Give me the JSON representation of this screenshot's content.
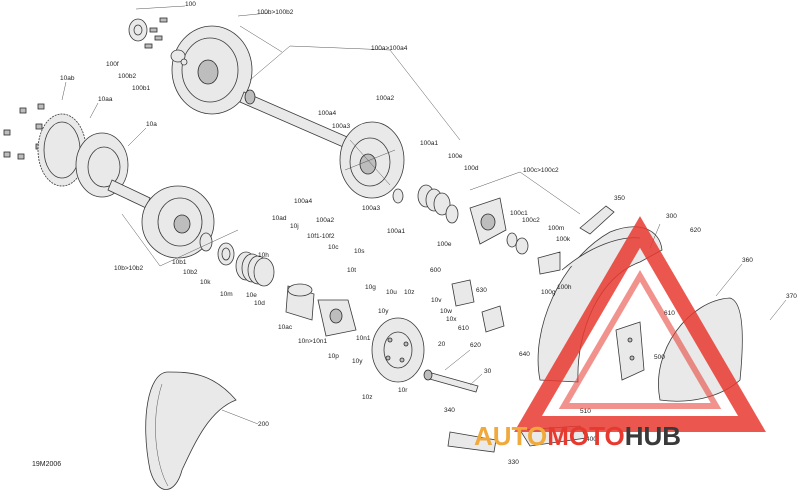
{
  "diagram": {
    "code": "19M2006",
    "callouts": [
      {
        "id": "c-100",
        "text": "100"
      },
      {
        "id": "c-100b-100b2",
        "text": "100b>100b2"
      },
      {
        "id": "c-100f",
        "text": "100f"
      },
      {
        "id": "c-100b2",
        "text": "100b2"
      },
      {
        "id": "c-100b1",
        "text": "100b1"
      },
      {
        "id": "c-100a-100a4",
        "text": "100a>100a4"
      },
      {
        "id": "c-10ab",
        "text": "10ab"
      },
      {
        "id": "c-10aa",
        "text": "10aa"
      },
      {
        "id": "c-10a",
        "text": "10a"
      },
      {
        "id": "c-100a2",
        "text": "100a2"
      },
      {
        "id": "c-100a4",
        "text": "100a4"
      },
      {
        "id": "c-100a3-top",
        "text": "100a3"
      },
      {
        "id": "c-100a1-top",
        "text": "100a1"
      },
      {
        "id": "c-100e-top",
        "text": "100e"
      },
      {
        "id": "c-100d",
        "text": "100d"
      },
      {
        "id": "c-100c-100c2",
        "text": "100c>100c2"
      },
      {
        "id": "c-100a4-mid",
        "text": "100a4"
      },
      {
        "id": "c-100a3-mid",
        "text": "100a3"
      },
      {
        "id": "c-100a2-mid",
        "text": "100a2"
      },
      {
        "id": "c-100a1-bot",
        "text": "100a1"
      },
      {
        "id": "c-100e-bot",
        "text": "100e"
      },
      {
        "id": "c-100c1",
        "text": "100c1"
      },
      {
        "id": "c-100c2",
        "text": "100c2"
      },
      {
        "id": "c-100m",
        "text": "100m"
      },
      {
        "id": "c-100k",
        "text": "100k"
      },
      {
        "id": "c-100h",
        "text": "100h"
      },
      {
        "id": "c-100g",
        "text": "100g"
      },
      {
        "id": "c-350",
        "text": "350"
      },
      {
        "id": "c-300",
        "text": "300"
      },
      {
        "id": "c-620-top",
        "text": "620"
      },
      {
        "id": "c-360",
        "text": "360"
      },
      {
        "id": "c-370",
        "text": "370"
      },
      {
        "id": "c-10ad",
        "text": "10ad"
      },
      {
        "id": "c-10j",
        "text": "10j"
      },
      {
        "id": "c-10f1-10f2",
        "text": "10f1-10f2"
      },
      {
        "id": "c-10c",
        "text": "10c"
      },
      {
        "id": "c-10s",
        "text": "10s"
      },
      {
        "id": "c-10h",
        "text": "10h"
      },
      {
        "id": "c-10t",
        "text": "10t"
      },
      {
        "id": "c-10b1",
        "text": "10b1"
      },
      {
        "id": "c-10b2",
        "text": "10b2"
      },
      {
        "id": "c-10k",
        "text": "10k"
      },
      {
        "id": "c-10b-10b2",
        "text": "10b>10b2"
      },
      {
        "id": "c-10m",
        "text": "10m"
      },
      {
        "id": "c-10e",
        "text": "10e"
      },
      {
        "id": "c-10d",
        "text": "10d"
      },
      {
        "id": "c-10ac",
        "text": "10ac"
      },
      {
        "id": "c-10g",
        "text": "10g"
      },
      {
        "id": "c-10u",
        "text": "10u"
      },
      {
        "id": "c-10z-top",
        "text": "10z"
      },
      {
        "id": "c-10y-top",
        "text": "10y"
      },
      {
        "id": "c-10v",
        "text": "10v"
      },
      {
        "id": "c-10w",
        "text": "10w"
      },
      {
        "id": "c-10x",
        "text": "10x"
      },
      {
        "id": "c-10n-10n1",
        "text": "10n>10n1"
      },
      {
        "id": "c-10n1",
        "text": "10n1"
      },
      {
        "id": "c-10p",
        "text": "10p"
      },
      {
        "id": "c-10y-bot",
        "text": "10y"
      },
      {
        "id": "c-10r",
        "text": "10r"
      },
      {
        "id": "c-10z-bot",
        "text": "10z"
      },
      {
        "id": "c-600",
        "text": "600"
      },
      {
        "id": "c-630",
        "text": "630"
      },
      {
        "id": "c-610-a",
        "text": "610"
      },
      {
        "id": "c-620-mid",
        "text": "620"
      },
      {
        "id": "c-640",
        "text": "640"
      },
      {
        "id": "c-610-b",
        "text": "610"
      },
      {
        "id": "c-500",
        "text": "500"
      },
      {
        "id": "c-510",
        "text": "510"
      },
      {
        "id": "c-20",
        "text": "20"
      },
      {
        "id": "c-30",
        "text": "30"
      },
      {
        "id": "c-200",
        "text": "200"
      },
      {
        "id": "c-340",
        "text": "340"
      },
      {
        "id": "c-330",
        "text": "330"
      },
      {
        "id": "c-400",
        "text": "400"
      }
    ]
  },
  "watermark": {
    "part1": "AUTO",
    "part2": "MOTO",
    "part3": "HUB",
    "color_primary": "#e8392f",
    "color_secondary": "#f0a93a",
    "color_dark": "#3a3a3a"
  }
}
